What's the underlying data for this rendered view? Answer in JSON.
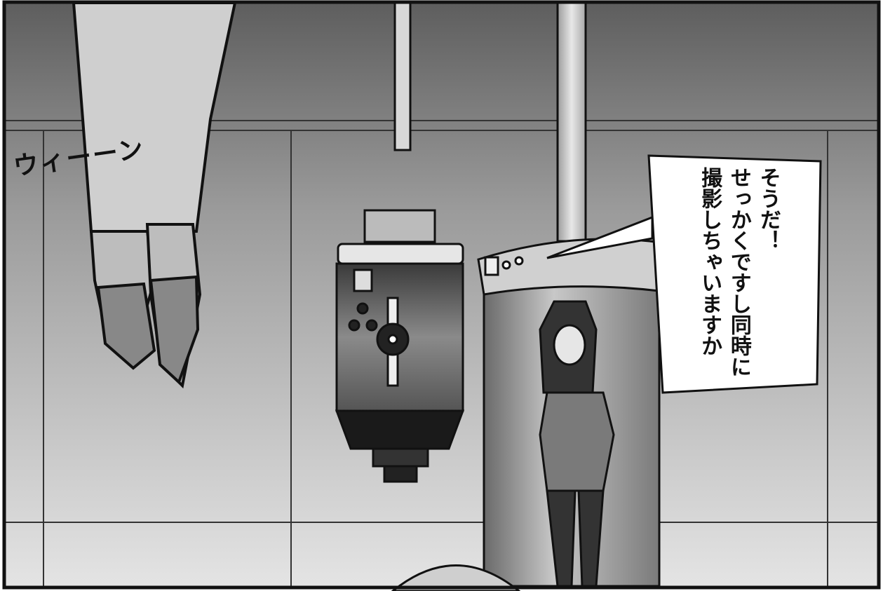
{
  "panel": {
    "sound_effect": "ウィーーン",
    "speech_bubble": {
      "lines": [
        "そうだ！",
        "せっかくですし同時に",
        "撮影しちゃいますか"
      ]
    }
  },
  "colors": {
    "ink": "#111111",
    "wall_dark": "#6a6a6a",
    "wall_light": "#d8d8d8",
    "paper": "#ffffff"
  }
}
